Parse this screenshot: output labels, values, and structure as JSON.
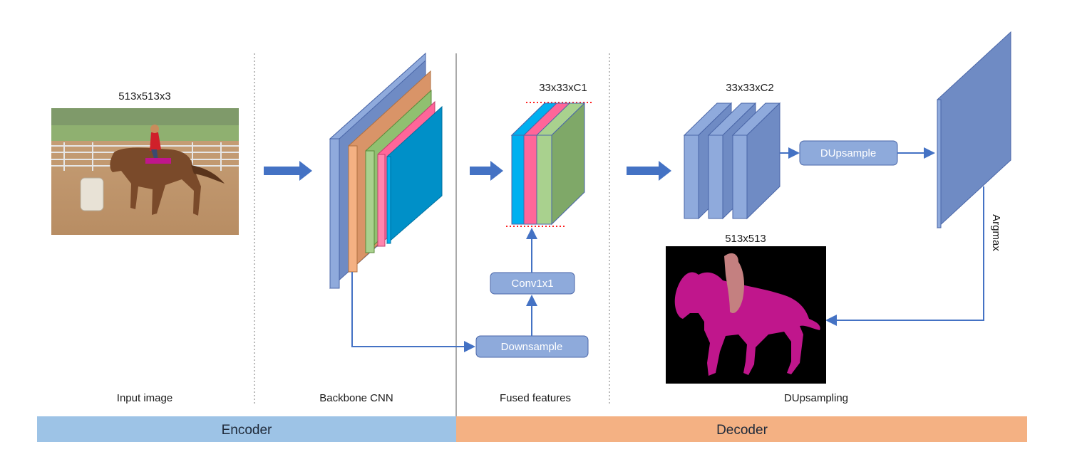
{
  "labels": {
    "input_size": "513x513x3",
    "fused_size": "33x33xC1",
    "decoder_size": "33x33xC2",
    "output_size": "513x513",
    "argmax": "Argmax"
  },
  "boxes": {
    "conv": "Conv1x1",
    "downsample": "Downsample",
    "dupsample": "DUpsample"
  },
  "captions": {
    "input": "Input image",
    "backbone": "Backbone CNN",
    "fused": "Fused features",
    "dupsampling": "DUpsampling"
  },
  "bands": {
    "encoder": "Encoder",
    "decoder": "Decoder"
  },
  "colors": {
    "encoder_band": "#9dc3e6",
    "decoder_band": "#f4b183",
    "arrow": "#4472c4",
    "box_fill": "#8eaadb",
    "layer_blue": "#8faadc",
    "layer_orange": "#f4b183",
    "layer_green": "#a9d18e",
    "layer_pink": "#ff6699",
    "layer_cyan": "#00b0f0",
    "mask_magenta": "#c0168c",
    "mask_rider": "#c48080"
  }
}
